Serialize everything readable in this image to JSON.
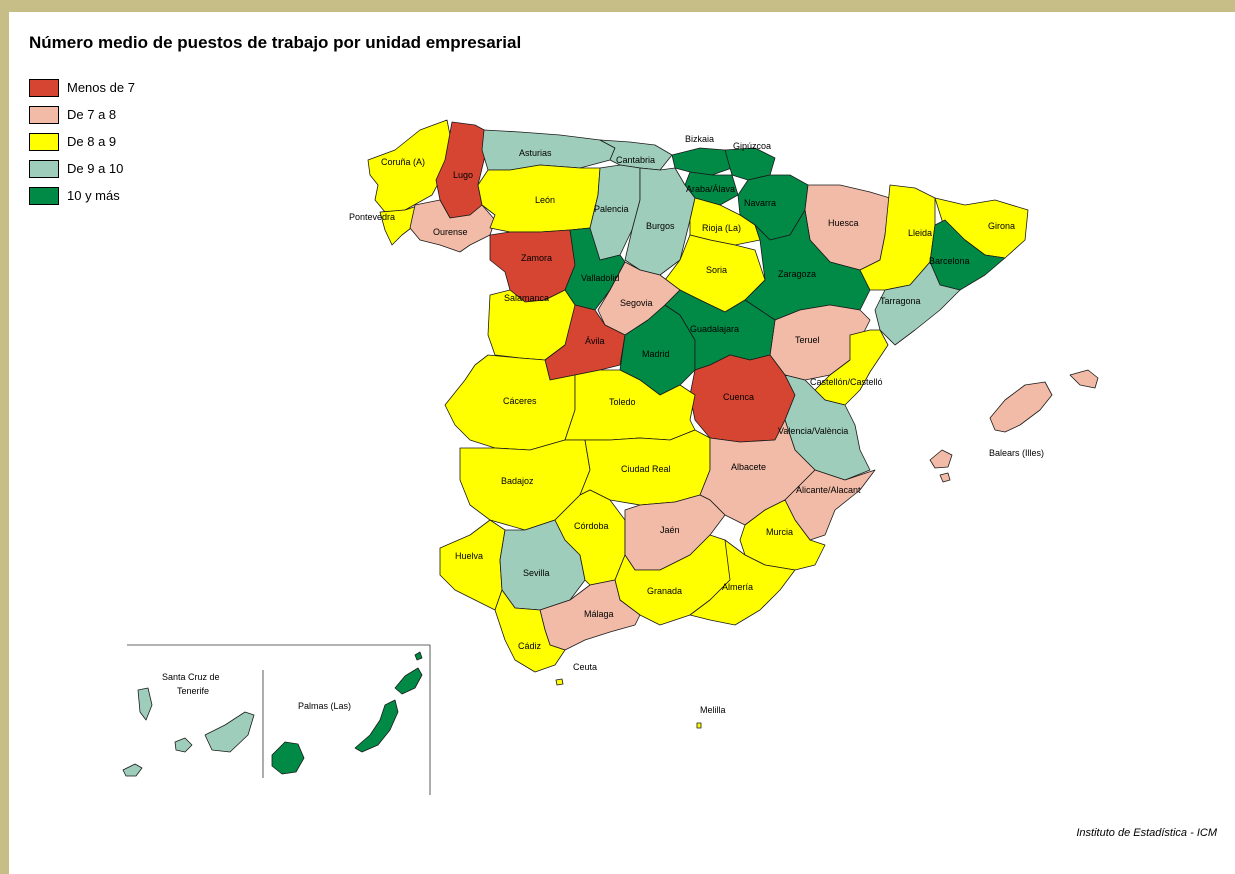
{
  "title": "Número medio de puestos de trabajo por unidad empresarial",
  "source": "Instituto de Estadística - ICM",
  "legend": [
    {
      "label": "Menos de 7",
      "color": "#d64532"
    },
    {
      "label": "De 7  a  8",
      "color": "#f2bba7"
    },
    {
      "label": "De 8  a  9",
      "color": "#ffff00"
    },
    {
      "label": "De 9  a  10",
      "color": "#9fcdbb"
    },
    {
      "label": "10 y más",
      "color": "#008a46"
    }
  ],
  "provinces": {
    "coruna": "Coruña (A)",
    "lugo": "Lugo",
    "pontevedra": "Pontevedra",
    "ourense": "Ourense",
    "asturias": "Asturias",
    "cantabria": "Cantabria",
    "bizkaia": "Bizkaia",
    "gipuzkoa": "Gipúzcoa",
    "araba": "Araba/Álava",
    "navarra": "Navarra",
    "leon": "León",
    "palencia": "Palencia",
    "burgos": "Burgos",
    "rioja": "Rioja (La)",
    "huesca": "Huesca",
    "lleida": "Lleida",
    "girona": "Girona",
    "barcelona": "Barcelona",
    "tarragona": "Tarragona",
    "zaragoza": "Zaragoza",
    "zamora": "Zamora",
    "valladolid": "Valladolid",
    "soria": "Soria",
    "segovia": "Segovia",
    "salamanca": "Salamanca",
    "avila": "Ávila",
    "madrid": "Madrid",
    "guadalajara": "Guadalajara",
    "teruel": "Teruel",
    "castellon": "Castellón/Castelló",
    "caceres": "Cáceres",
    "toledo": "Toledo",
    "cuenca": "Cuenca",
    "valencia": "Valencia/València",
    "badajoz": "Badajoz",
    "ciudadreal": "Ciudad Real",
    "albacete": "Albacete",
    "alicante": "Alicante/Alacant",
    "baleares": "Balears (Illes)",
    "huelva": "Huelva",
    "sevilla": "Sevilla",
    "cordoba": "Córdoba",
    "jaen": "Jaén",
    "murcia": "Murcia",
    "granada": "Granada",
    "almeria": "Almería",
    "malaga": "Málaga",
    "cadiz": "Cádiz",
    "ceuta": "Ceuta",
    "melilla": "Melilla",
    "santacruz_1": "Santa Cruz de",
    "santacruz_2": "Tenerife",
    "palmas": "Palmas (Las)"
  }
}
